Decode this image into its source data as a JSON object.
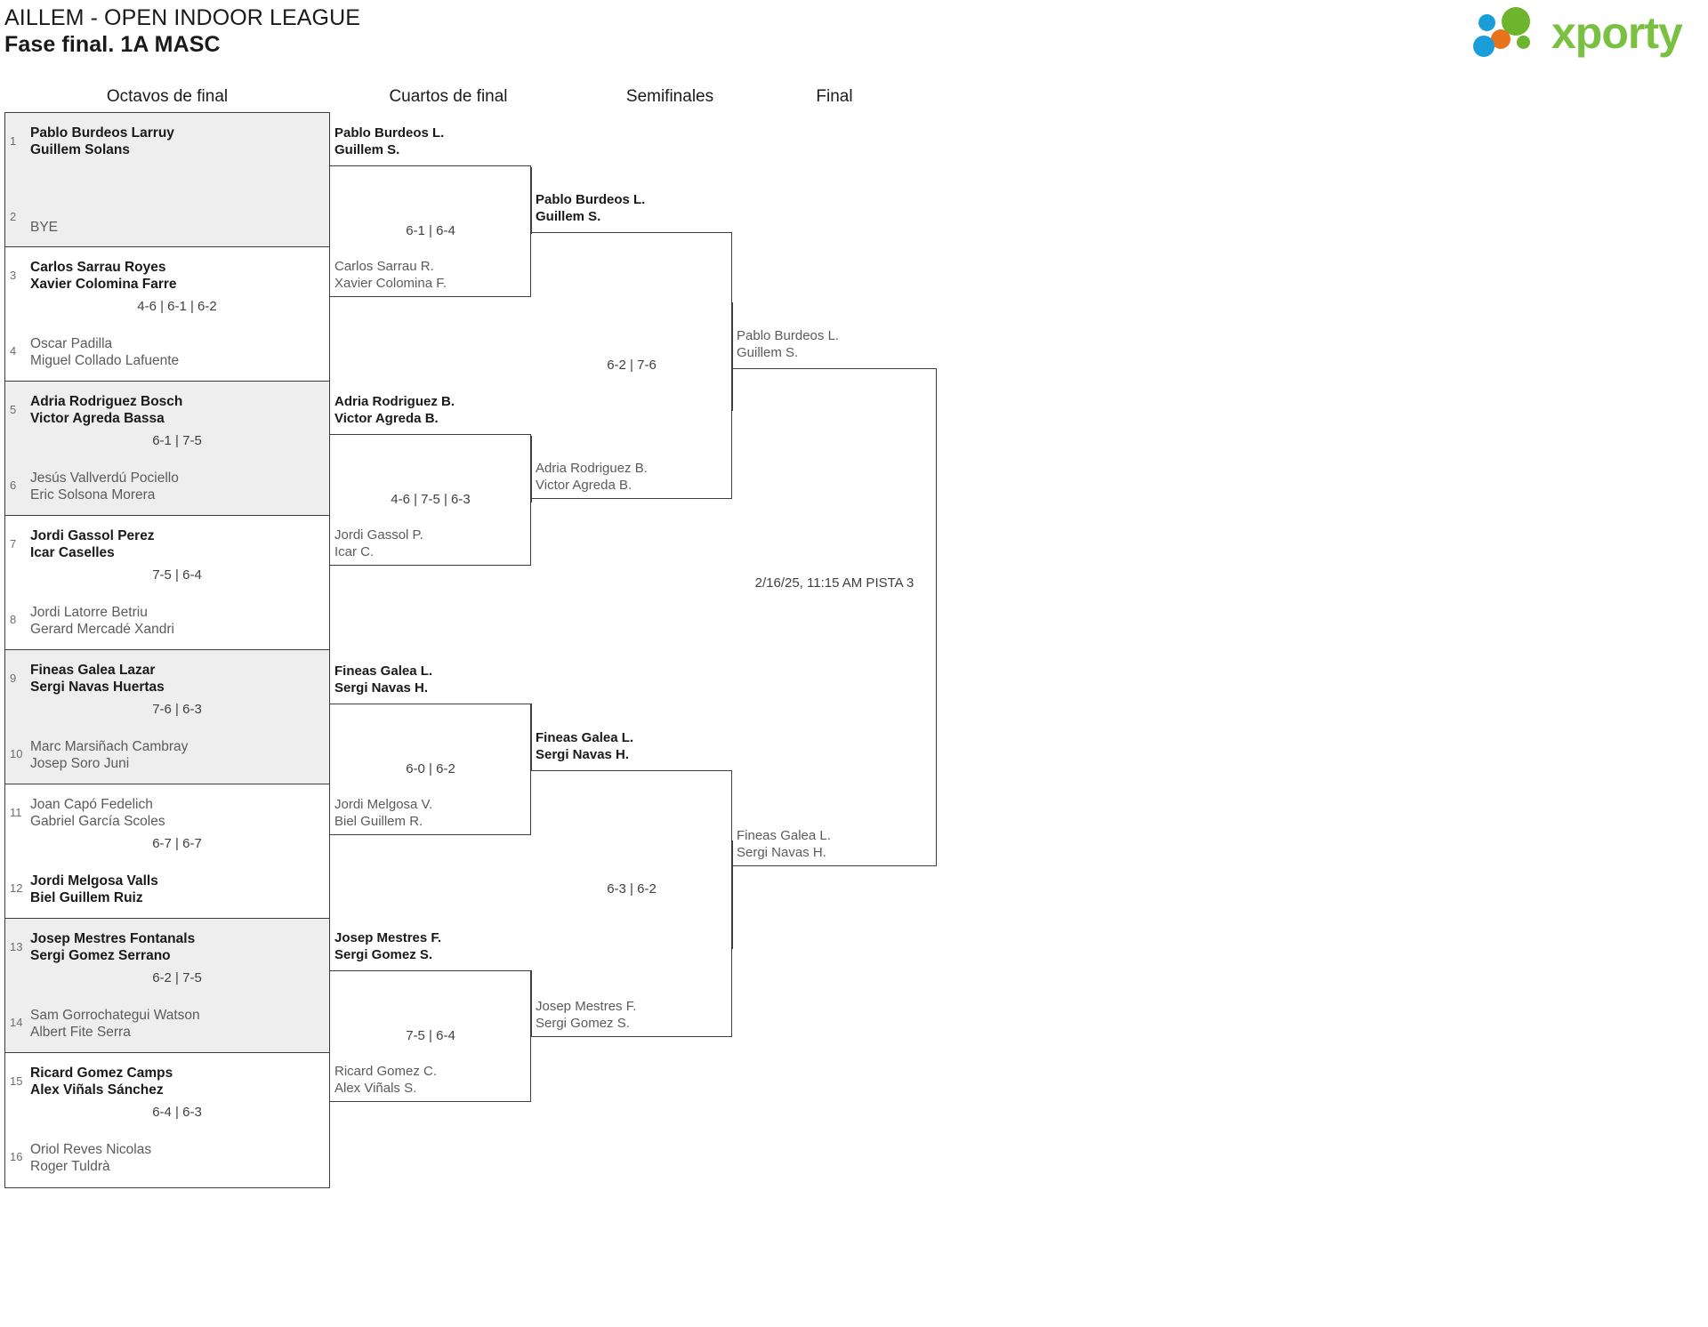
{
  "header": {
    "title": "AILLEM - OPEN INDOOR LEAGUE",
    "subtitle": "Fase final. 1A MASC",
    "logo_text": "xporty",
    "logo_colors": {
      "green": "#7ac143",
      "blue": "#1b9dd9",
      "orange": "#e8731a"
    }
  },
  "rounds": [
    {
      "label": "Octavos de final"
    },
    {
      "label": "Cuartos de final"
    },
    {
      "label": "Semifinales"
    },
    {
      "label": "Final"
    }
  ],
  "round1": {
    "matches": [
      {
        "top": {
          "seed": "1",
          "line1": "Pablo Burdeos Larruy",
          "line2": "Guillem Solans",
          "result": "winner"
        },
        "bottom": {
          "seed": "2",
          "line1": "BYE",
          "line2": "",
          "result": "loser"
        },
        "score": ""
      },
      {
        "top": {
          "seed": "3",
          "line1": "Carlos Sarrau Royes",
          "line2": "Xavier Colomina Farre",
          "result": "winner"
        },
        "bottom": {
          "seed": "4",
          "line1": "Oscar Padilla",
          "line2": "Miguel Collado Lafuente",
          "result": "loser"
        },
        "score": "4-6 | 6-1 | 6-2"
      },
      {
        "top": {
          "seed": "5",
          "line1": "Adria Rodriguez Bosch",
          "line2": "Victor Agreda Bassa",
          "result": "winner"
        },
        "bottom": {
          "seed": "6",
          "line1": "Jesús Vallverdú Pociello",
          "line2": "Eric Solsona Morera",
          "result": "loser"
        },
        "score": "6-1 | 7-5"
      },
      {
        "top": {
          "seed": "7",
          "line1": "Jordi Gassol Perez",
          "line2": "Icar Caselles",
          "result": "winner"
        },
        "bottom": {
          "seed": "8",
          "line1": "Jordi Latorre Betriu",
          "line2": "Gerard Mercadé Xandri",
          "result": "loser"
        },
        "score": "7-5 | 6-4"
      },
      {
        "top": {
          "seed": "9",
          "line1": "Fineas Galea Lazar",
          "line2": "Sergi Navas Huertas",
          "result": "winner"
        },
        "bottom": {
          "seed": "10",
          "line1": "Marc Marsiñach Cambray",
          "line2": "Josep Soro Juni",
          "result": "loser"
        },
        "score": "7-6 | 6-3"
      },
      {
        "top": {
          "seed": "11",
          "line1": "Joan Capó Fedelich",
          "line2": "Gabriel García Scoles",
          "result": "loser"
        },
        "bottom": {
          "seed": "12",
          "line1": "Jordi Melgosa Valls",
          "line2": "Biel Guillem Ruiz",
          "result": "winner"
        },
        "score": "6-7 | 6-7"
      },
      {
        "top": {
          "seed": "13",
          "line1": "Josep Mestres Fontanals",
          "line2": "Sergi Gomez Serrano",
          "result": "winner"
        },
        "bottom": {
          "seed": "14",
          "line1": "Sam Gorrochategui Watson",
          "line2": "Albert Fite Serra",
          "result": "loser"
        },
        "score": "6-2 | 7-5"
      },
      {
        "top": {
          "seed": "15",
          "line1": "Ricard Gomez Camps",
          "line2": "Alex Viñals Sánchez",
          "result": "winner"
        },
        "bottom": {
          "seed": "16",
          "line1": "Oriol Reves Nicolas",
          "line2": "Roger Tuldrà",
          "result": "loser"
        },
        "score": "6-4 | 6-3"
      }
    ]
  },
  "round2": {
    "matches": [
      {
        "top": {
          "line1": "Pablo Burdeos L.",
          "line2": "Guillem S.",
          "result": "winner"
        },
        "bottom": {
          "line1": "Carlos Sarrau R.",
          "line2": "Xavier Colomina F.",
          "result": "loser"
        },
        "score": "6-1 | 6-4"
      },
      {
        "top": {
          "line1": "Adria Rodriguez B.",
          "line2": "Victor Agreda B.",
          "result": "winner"
        },
        "bottom": {
          "line1": "Jordi Gassol P.",
          "line2": "Icar C.",
          "result": "loser"
        },
        "score": "4-6 | 7-5 | 6-3"
      },
      {
        "top": {
          "line1": "Fineas Galea L.",
          "line2": "Sergi Navas H.",
          "result": "winner"
        },
        "bottom": {
          "line1": "Jordi Melgosa V.",
          "line2": "Biel Guillem R.",
          "result": "loser"
        },
        "score": "6-0 | 6-2"
      },
      {
        "top": {
          "line1": "Josep Mestres F.",
          "line2": "Sergi Gomez S.",
          "result": "winner"
        },
        "bottom": {
          "line1": "Ricard Gomez C.",
          "line2": "Alex Viñals S.",
          "result": "loser"
        },
        "score": "7-5 | 6-4"
      }
    ]
  },
  "round3": {
    "matches": [
      {
        "top": {
          "line1": "Pablo Burdeos L.",
          "line2": "Guillem S.",
          "result": "winner"
        },
        "bottom": {
          "line1": "Adria Rodriguez B.",
          "line2": "Victor Agreda B.",
          "result": "loser"
        },
        "score": "6-2 | 7-6"
      },
      {
        "top": {
          "line1": "Fineas Galea L.",
          "line2": "Sergi Navas H.",
          "result": "winner"
        },
        "bottom": {
          "line1": "Josep Mestres F.",
          "line2": "Sergi Gomez S.",
          "result": "loser"
        },
        "score": "6-3 | 6-2"
      }
    ]
  },
  "round4": {
    "matches": [
      {
        "top": {
          "line1": "Pablo Burdeos L.",
          "line2": "Guillem S.",
          "result": "pending"
        },
        "bottom": {
          "line1": "Fineas Galea L.",
          "line2": "Sergi Navas H.",
          "result": "pending"
        },
        "score": "2/16/25, 11:15 AM PISTA 3"
      }
    ]
  }
}
